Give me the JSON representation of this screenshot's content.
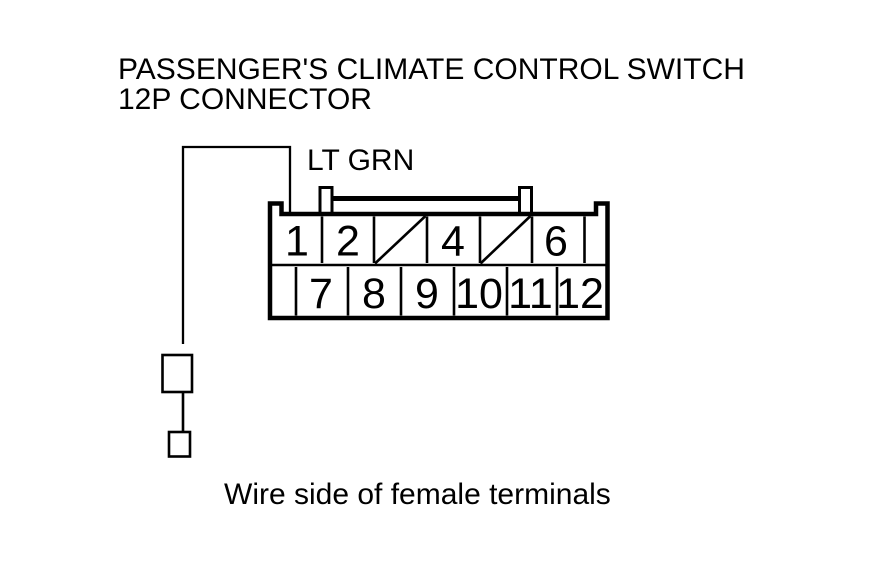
{
  "title": {
    "line1": "PASSENGER'S CLIMATE CONTROL SWITCH",
    "line2": "12P CONNECTOR"
  },
  "wire": {
    "color_label": "LT GRN"
  },
  "connector": {
    "pin_count_label": "12P",
    "rows": {
      "top": [
        {
          "label": "1"
        },
        {
          "label": "2"
        },
        {
          "label": "",
          "not_used": true,
          "marker": "diagonal-slash"
        },
        {
          "label": "4"
        },
        {
          "label": "",
          "not_used": true,
          "marker": "diagonal-slash"
        },
        {
          "label": "6"
        },
        {
          "label": "",
          "blank": true
        }
      ],
      "bottom": [
        {
          "label": "",
          "blank": true
        },
        {
          "label": "7"
        },
        {
          "label": "8"
        },
        {
          "label": "9"
        },
        {
          "label": "10"
        },
        {
          "label": "11"
        },
        {
          "label": "12"
        }
      ]
    }
  },
  "caption": "Wire side of female terminals",
  "colors": {
    "ink": "#000000",
    "background": "#ffffff"
  }
}
